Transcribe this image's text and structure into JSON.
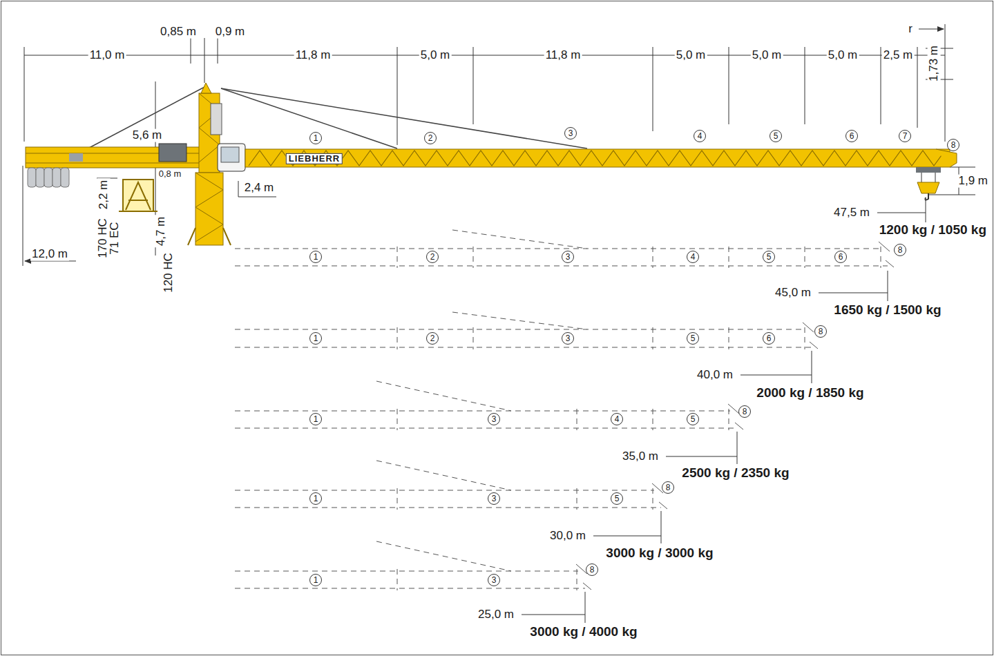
{
  "diagram": {
    "nodes": [
      {
        "text": [
          "1"
        ]
      },
      {
        "text": [
          "2"
        ]
      },
      {
        "text": [
          "3"
        ]
      },
      {
        "text": [
          "4"
        ]
      },
      {
        "text": [
          "5"
        ]
      },
      {
        "text": [
          "6"
        ]
      },
      {
        "text": [
          "7"
        ]
      },
      {
        "text": [
          "8"
        ]
      },
      {
        "text": [
          "1"
        ]
      },
      {
        "text": [
          "2"
        ]
      },
      {
        "text": [
          "3"
        ]
      },
      {
        "text": [
          "4"
        ]
      },
      {
        "text": [
          "5"
        ]
      },
      {
        "text": [
          "6"
        ]
      },
      {
        "text": [
          "8"
        ]
      },
      {
        "text": [
          "1"
        ]
      },
      {
        "text": [
          "2"
        ]
      },
      {
        "text": [
          "3"
        ]
      },
      {
        "text": [
          "5"
        ]
      },
      {
        "text": [
          "6"
        ]
      },
      {
        "text": [
          "8"
        ]
      },
      {
        "text": [
          "1"
        ]
      },
      {
        "text": [
          "3"
        ]
      },
      {
        "text": [
          "4"
        ]
      },
      {
        "text": [
          "5"
        ]
      },
      {
        "text": [
          "8"
        ]
      },
      {
        "text": [
          "1"
        ]
      },
      {
        "text": [
          "3"
        ]
      },
      {
        "text": [
          "5"
        ]
      },
      {
        "text": [
          "8"
        ]
      },
      {
        "text": [
          "1"
        ]
      },
      {
        "text": [
          "3"
        ]
      },
      {
        "text": [
          "8"
        ]
      }
    ],
    "labels": [
      "11,0 m",
      "0,85 m",
      "0,9 m",
      "11,8 m",
      "5,0 m",
      "11,8 m",
      "5,0 m",
      "5,0 m",
      "5,0 m",
      "2,5 m",
      "r",
      "1,73 m",
      "LIEBHERR",
      "5,6 m",
      "0,8 m",
      "2,4 m",
      "2,2 m",
      "170 HC",
      "71 EC",
      "4,7 m",
      "120 HC",
      "12,0 m",
      "1,9 m",
      "47,5 m",
      "1200 kg / 1050 kg",
      "45,0 m",
      "1650 kg / 1500 kg",
      "40,0 m",
      "2000 kg / 1850 kg",
      "35,0 m",
      "2500 kg / 2350 kg",
      "30,0 m",
      "3000 kg / 3000 kg",
      "25,0 m",
      "3000 kg / 4000 kg"
    ]
  }
}
